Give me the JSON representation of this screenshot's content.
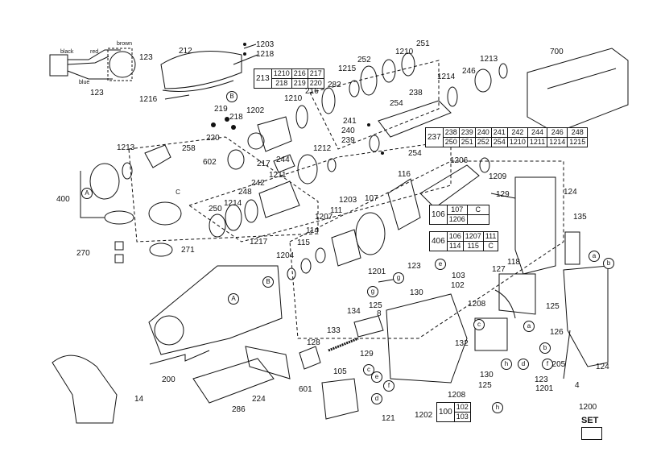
{
  "wire_labels": {
    "black": "black",
    "red": "red",
    "brown": "brown",
    "blue": "blue"
  },
  "parts": [
    "1203",
    "1218",
    "212",
    "123",
    "123",
    "1216",
    "213",
    "1210",
    "251",
    "252",
    "1215",
    "282",
    "216",
    "1210",
    "1213",
    "246",
    "700",
    "1214",
    "238",
    "254",
    "241",
    "240",
    "239",
    "254",
    "219",
    "218",
    "1202",
    "220",
    "1213",
    "258",
    "602",
    "217",
    "244",
    "1212",
    "1211",
    "1206",
    "1209",
    "400",
    "248",
    "1214",
    "250",
    "242",
    "116",
    "107",
    "1203",
    "111",
    "1207",
    "129",
    "124",
    "135",
    "270",
    "271",
    "1217",
    "1204",
    "115",
    "114",
    "1201",
    "123",
    "103",
    "102",
    "130",
    "125",
    "8",
    "127",
    "118",
    "125",
    "126",
    "1205",
    "124",
    "134",
    "133",
    "1208",
    "128",
    "129",
    "132",
    "105",
    "121",
    "1202",
    "1208",
    "14",
    "200",
    "224",
    "286",
    "601",
    "130",
    "125",
    "1201",
    "123",
    "4",
    "1200"
  ],
  "letters": [
    "B",
    "A",
    "C",
    "B",
    "A",
    "g",
    "g",
    "e",
    "b",
    "a",
    "c",
    "a",
    "b",
    "e",
    "f",
    "d",
    "c",
    "h",
    "d",
    "f",
    "h"
  ],
  "table_213": {
    "header": "213",
    "rows": [
      [
        "1210",
        "216",
        "217"
      ],
      [
        "218",
        "219",
        "220"
      ]
    ]
  },
  "table_237": {
    "header": "237",
    "rows": [
      [
        "238",
        "239",
        "240",
        "241",
        "242",
        "244",
        "246",
        "248"
      ],
      [
        "250",
        "251",
        "252",
        "254",
        "1210",
        "1211",
        "1214",
        "1215"
      ]
    ]
  },
  "table_106": {
    "header": "106",
    "rows": [
      [
        "107",
        "C"
      ],
      [
        "1206",
        ""
      ]
    ]
  },
  "table_406": {
    "header": "406",
    "rows": [
      [
        "106",
        "1207",
        "111"
      ],
      [
        "114",
        "115",
        "C"
      ]
    ]
  },
  "table_100": {
    "header": "100",
    "rows": [
      [
        "102"
      ],
      [
        "103"
      ]
    ]
  },
  "set_label": "SET"
}
